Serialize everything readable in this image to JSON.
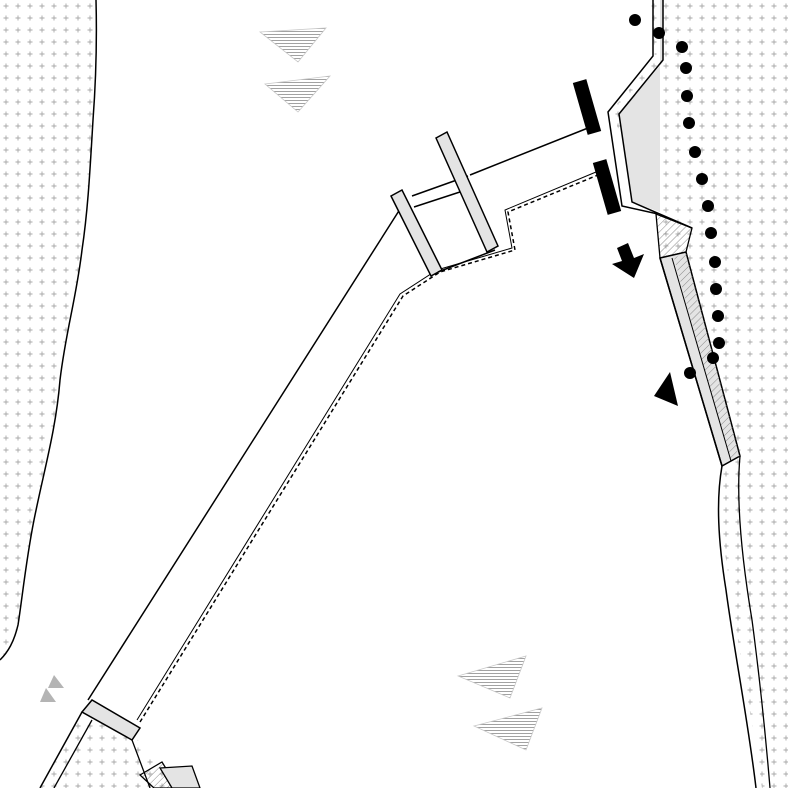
{
  "map": {
    "colors": {
      "background": "#ffffff",
      "line": "#000000",
      "land_cross": "#a8a8a8",
      "structure_fill": "#e4e4e4",
      "hatch": "#8a8a8a",
      "marker": "#000000",
      "light_marker": "#b4b4b4"
    },
    "legend_symbols": [
      "hatched-triangle",
      "small-grey-triangle",
      "black-bar",
      "black-arrow",
      "black-triangle",
      "black-dot"
    ]
  }
}
